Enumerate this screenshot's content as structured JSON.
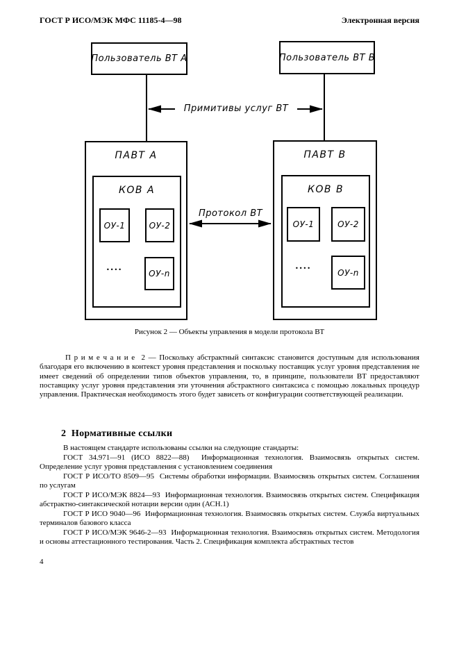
{
  "page": {
    "header_left": "ГОСТ Р ИСО/МЭК МФС 11185-4—98",
    "header_right": "Электронная версия",
    "page_number": "4"
  },
  "figure": {
    "user_box_a": "Пользователь ВТ А",
    "user_box_b": "Пользователь ВТ В",
    "primitives_arrow_label": "Примитивы услуг ВТ",
    "protocol_arrow_label": "Протокол ВТ",
    "pavt_a": "ПАВТ А",
    "pavt_b": "ПАВТ  В",
    "kov_a": "КОВ А",
    "kov_b": "КОВ В",
    "ou_1": "ОУ-1",
    "ou_2": "ОУ-2",
    "ou_n": "ОУ-n",
    "ellipsis_dots": "....",
    "caption": "Рисунок 2 — Объекты управления в модели протокола ВТ"
  },
  "note_text": "П р и м е ч а н и е  2 — Поскольку абстрактный синтаксис становится доступным для использования благодаря его включению в контекст уровня представления и поскольку поставщик услуг уровня представления не имеет сведений об определении типов объектов управления, то, в принципе, пользователи ВТ предоставляют поставщику услуг уровня представления эти уточнения абстрактного синтаксиса с помощью локальных процедур управления. Практическая необходимость этого будет зависеть от конфигурации соответствующей реализации.",
  "section": {
    "heading": "2  Нормативные ссылки",
    "intro": "В настоящем стандарте использованы ссылки на следующие стандарты:",
    "references": [
      "ГОСТ 34.971—91 (ИСО 8822—88)  Информационная технология. Взаимосвязь открытых систем. Определение услуг уровня представления с установлением соединения",
      "ГОСТ Р ИСО/ТО 8509—95  Системы обработки информации. Взаимосвязь открытых систем. Соглашения по услугам",
      "ГОСТ Р ИСО/МЭК 8824—93  Информационная технология. Взаимосвязь открытых систем. Спецификация абстрактно-синтаксической нотации версии один (АСН.1)",
      "ГОСТ Р ИСО 9040—96  Информационная технология. Взаимосвязь открытых систем. Служба виртуальных терминалов базового класса",
      "ГОСТ Р ИСО/МЭК 9646-2—93  Информационная технология. Взаимосвязь открытых систем. Методология и основы  аттестационного тестирования. Часть 2. Спецификация комплекта абстрактных тестов"
    ]
  }
}
